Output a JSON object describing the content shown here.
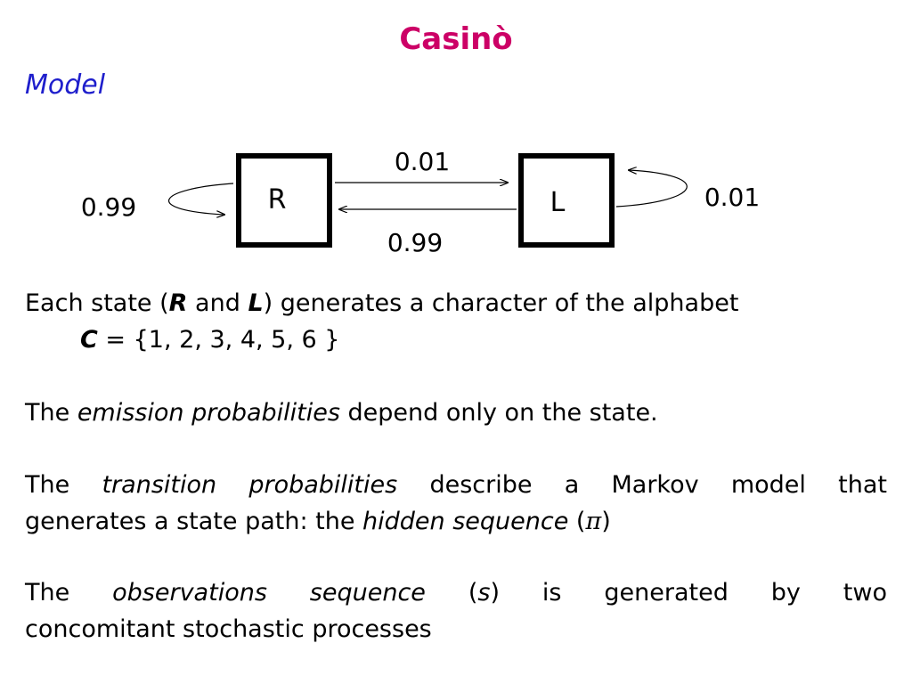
{
  "title": "Casinò",
  "section": "Model",
  "diagram": {
    "states": [
      {
        "id": "R",
        "label": "R"
      },
      {
        "id": "L",
        "label": "L"
      }
    ],
    "transitions": {
      "R_to_L": "0.01",
      "L_to_R": "0.99",
      "R_self": "0.99",
      "L_self": "0.01"
    }
  },
  "paragraphs": {
    "p1": {
      "pre": "Each state (",
      "r": "R",
      "and": " and ",
      "l": "L",
      "post": ")   generates a character of the alphabet",
      "c": "C",
      "set": " = {1, 2, 3, 4, 5, 6 }"
    },
    "p2": {
      "pre": "The ",
      "em": "emission probabilities",
      "post": " depend only on the state."
    },
    "p3": {
      "pre": "The ",
      "em": "transition probabilities",
      "post": " describe a Markov model that",
      "line2_pre": "generates a state path: the ",
      "em2": "hidden sequence",
      "open": " (",
      "symbol": "π",
      "close": ")"
    },
    "p4": {
      "pre": "The ",
      "em": "observations sequence",
      "open": " (",
      "s": "s",
      "post": ") is generated by two",
      "line2": "concomitant stochastic processes"
    }
  }
}
